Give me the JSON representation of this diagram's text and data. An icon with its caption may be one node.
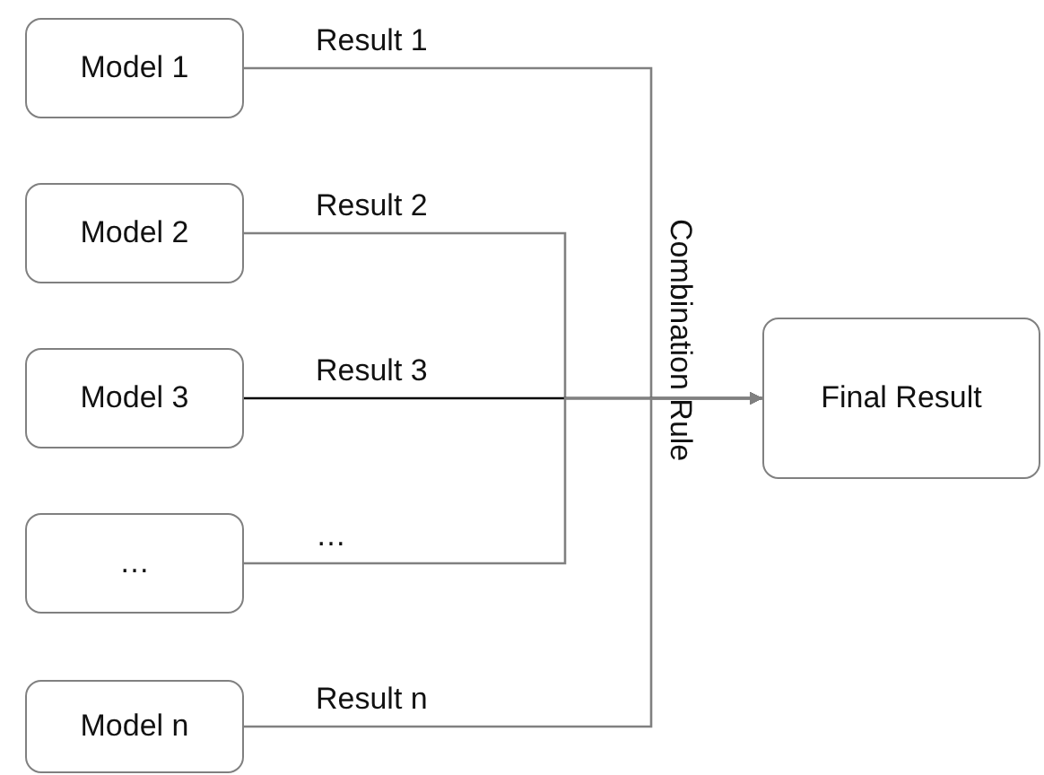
{
  "diagram": {
    "nodes": [
      {
        "text": [
          "Model 1"
        ]
      },
      {
        "text": [
          "Model 2"
        ]
      },
      {
        "text": [
          "Model 3"
        ]
      },
      {
        "text": [
          "…"
        ]
      },
      {
        "text": [
          "Model n"
        ]
      },
      {
        "text": [
          "Final Result"
        ]
      }
    ],
    "edges": [
      {
        "from": 0,
        "to": 5,
        "arrow": "to",
        "label": "Result 1"
      },
      {
        "from": 1,
        "to": 5,
        "arrow": "to",
        "label": "Result 2"
      },
      {
        "from": 2,
        "to": 5,
        "arrow": "to",
        "label": "Result 3",
        "color": "#000000"
      },
      {
        "from": 3,
        "to": 5,
        "arrow": "to",
        "label": "…"
      },
      {
        "from": 4,
        "to": 5,
        "arrow": "to",
        "label": "Result n"
      }
    ],
    "labels": [
      "Combination Rule"
    ]
  }
}
